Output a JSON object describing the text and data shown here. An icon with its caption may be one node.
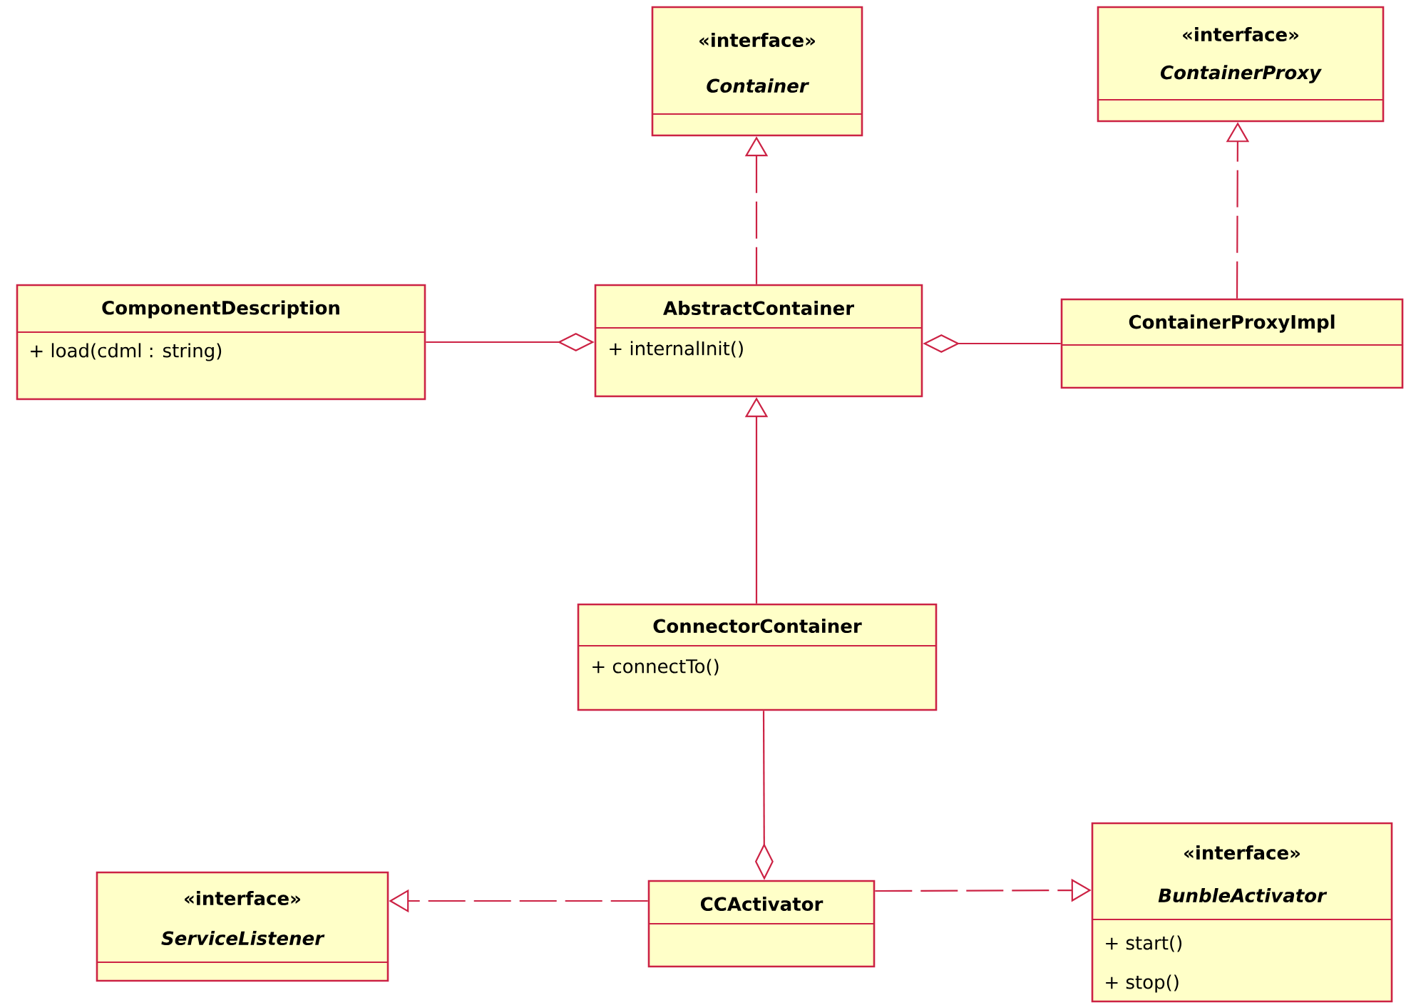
{
  "diagram": {
    "nodes": [
      {
        "text": [
          "«interface»",
          "Container"
        ]
      },
      {
        "text": [
          "«interface»",
          "ContainerProxy"
        ]
      },
      {
        "text": [
          "ComponentDescription",
          "+ load(cdml : string)"
        ]
      },
      {
        "text": [
          "AbstractContainer",
          "+ internalInit()"
        ]
      },
      {
        "text": [
          "ContainerProxyImpl"
        ]
      },
      {
        "text": [
          "ConnectorContainer",
          "+ connectTo()"
        ]
      },
      {
        "text": [
          "«interface»",
          "ServiceListener"
        ]
      },
      {
        "text": [
          "CCActivator"
        ]
      },
      {
        "text": [
          "«interface»",
          "BunbleActivator",
          "+ start()",
          "+ stop()"
        ]
      }
    ],
    "edges": [
      {
        "from": 3,
        "to": 0,
        "arrow": "to",
        "style": "dashed"
      },
      {
        "from": 4,
        "to": 1,
        "arrow": "to",
        "style": "dashed"
      },
      {
        "from": 2,
        "to": 3,
        "arrow": "other"
      },
      {
        "from": 4,
        "to": 3,
        "arrow": "other"
      },
      {
        "from": 5,
        "to": 3,
        "arrow": "to"
      },
      {
        "from": 5,
        "to": 7,
        "arrow": "other"
      },
      {
        "from": 7,
        "to": 6,
        "arrow": "to",
        "style": "dashed"
      },
      {
        "from": 7,
        "to": 8,
        "arrow": "to",
        "style": "dashed"
      }
    ]
  }
}
